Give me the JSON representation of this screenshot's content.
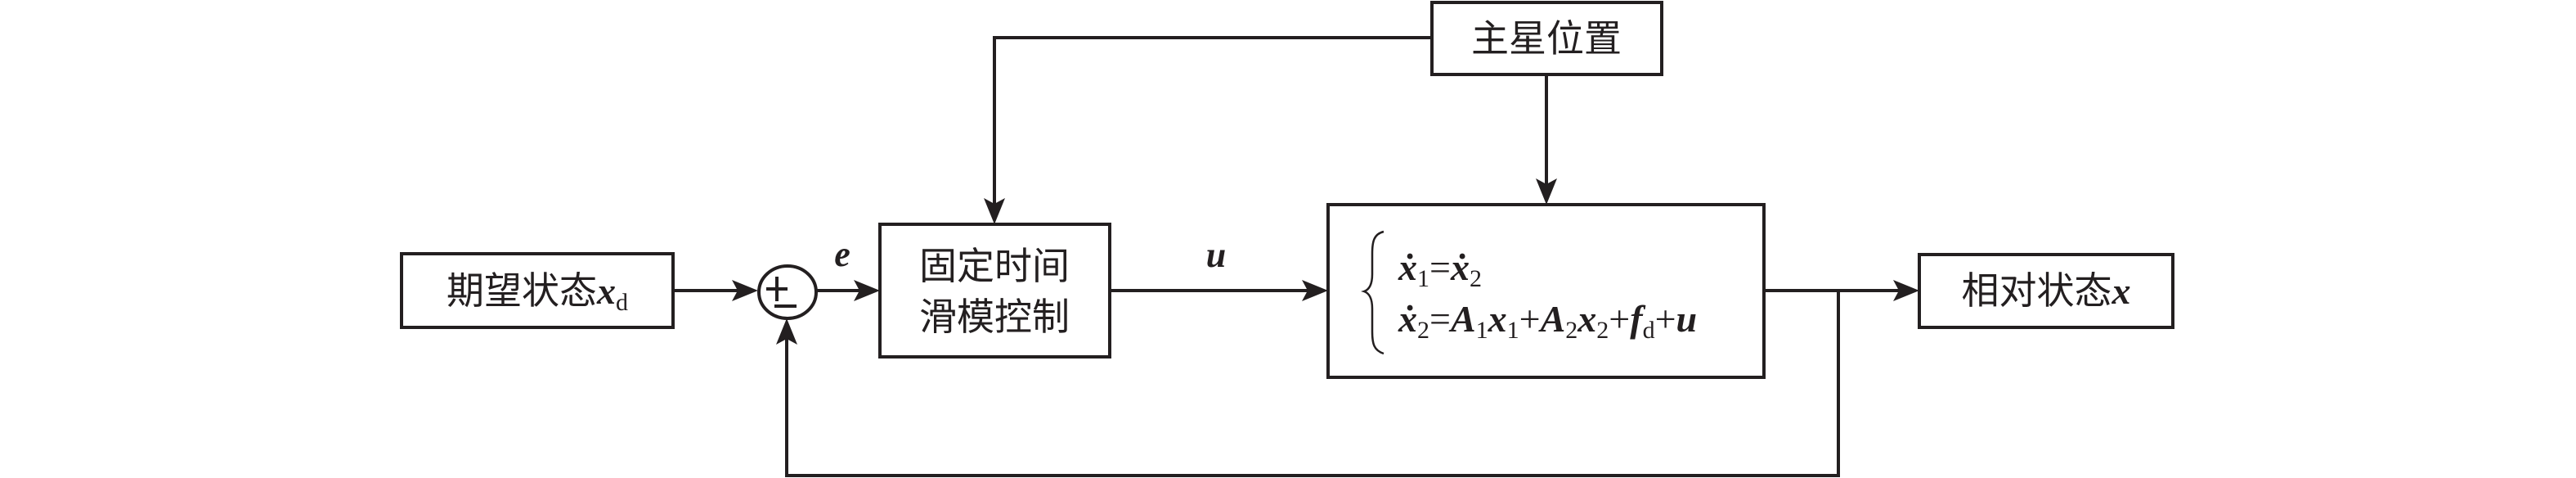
{
  "diagram": {
    "type": "control-block-diagram",
    "blocks": {
      "desired_state": {
        "label": "期望状态",
        "symbol": "x",
        "subscript": "d"
      },
      "controller": {
        "line1": "固定时间",
        "line2": "滑模控制"
      },
      "chief_position": {
        "label": "主星位置"
      },
      "relative_state": {
        "label": "相对状态",
        "symbol": "x"
      }
    },
    "summing_junction": {
      "top_sign": "+",
      "bottom_sign": "−"
    },
    "signals": {
      "error": "e",
      "control": "u"
    },
    "plant_equations": {
      "eq1": {
        "lhs": "ẋ",
        "lhs_sub": "1",
        "eq": "=",
        "rhs": "ẋ",
        "rhs_sub": "2"
      },
      "eq2": {
        "lhs": "ẋ",
        "lhs_sub": "2",
        "eq": "=",
        "t1": "A",
        "t1_sub": "1",
        "t2": "x",
        "t2_sub": "1",
        "plus": "+",
        "t3": "A",
        "t3_sub": "2",
        "t4": "x",
        "t4_sub": "2",
        "t5": "f",
        "t5_sub": "d",
        "t6": "u"
      }
    },
    "colors": {
      "line": "#231f20",
      "background": "#ffffff"
    }
  }
}
